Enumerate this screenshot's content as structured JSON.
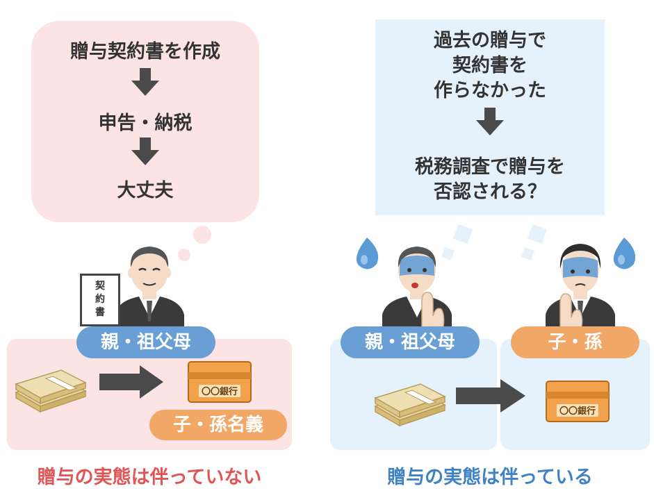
{
  "left_bubble": {
    "line1": "贈与契約書を作成",
    "line2": "申告・納税",
    "line3": "大丈夫"
  },
  "right_bubble": {
    "line1": "過去の贈与で",
    "line2": "契約書を",
    "line3": "作らなかった",
    "line4": "税務調査で贈与を",
    "line5": "否認される？"
  },
  "document": {
    "chars": [
      "契",
      "約",
      "書"
    ]
  },
  "left_panel": {
    "label_parent": "親・祖父母",
    "label_account": "子・孫名義",
    "bank_label": "〇〇銀行",
    "caption": "贈与の実態は伴っていない"
  },
  "right_panel": {
    "label_parent": "親・祖父母",
    "label_child": "子・孫",
    "bank_label": "〇〇銀行",
    "caption": "贈与の実態は伴っている"
  },
  "colors": {
    "pink_bg": "#fde4e4",
    "blue_bg": "#e5f1fb",
    "pill_blue": "#6a9fd6",
    "pill_orange": "#f1a866",
    "caption_red": "#e05656",
    "caption_blue": "#3f82c4",
    "arrow_gray": "#4a4a4a"
  }
}
